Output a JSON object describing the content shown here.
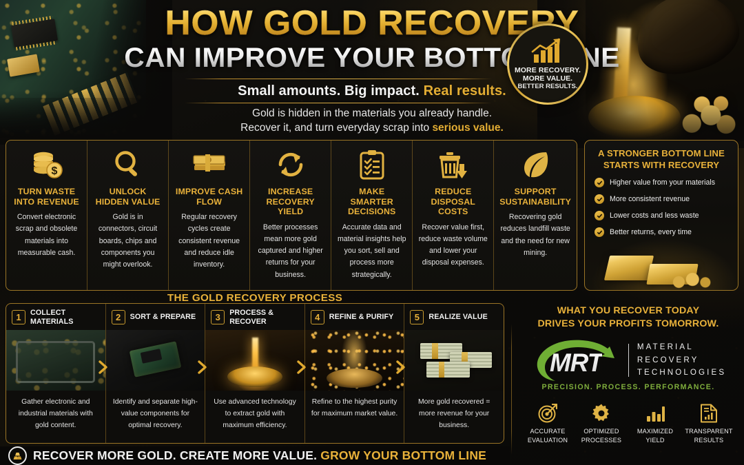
{
  "header": {
    "title_line1": "HOW GOLD RECOVERY",
    "title_line2": "CAN IMPROVE YOUR BOTTOM LINE",
    "tagline_plain": "Small amounts. Big impact. ",
    "tagline_gold": "Real results.",
    "sub_line1": "Gold is hidden in the materials you already handle.",
    "sub_line2_plain": "Recover it, and turn everyday scrap into ",
    "sub_line2_gold": "serious value.",
    "seal": {
      "icon": "growth-chart-icon",
      "line1": "MORE RECOVERY.",
      "line2": "MORE VALUE.",
      "line3": "BETTER RESULTS."
    }
  },
  "benefits": [
    {
      "icon": "coin-stack-dollar-icon",
      "title": "TURN WASTE INTO REVENUE",
      "body": "Convert electronic scrap and obsolete materials into measurable cash."
    },
    {
      "icon": "magnifying-glass-icon",
      "title": "UNLOCK HIDDEN VALUE",
      "body": "Gold is in connectors, circuit boards, chips and components you might overlook."
    },
    {
      "icon": "cash-bundle-icon",
      "title": "IMPROVE CASH FLOW",
      "body": "Regular recovery cycles create consistent revenue and reduce idle inventory."
    },
    {
      "icon": "refresh-cycle-icon",
      "title": "INCREASE RECOVERY YIELD",
      "body": "Better processes mean more gold captured and higher returns for your business."
    },
    {
      "icon": "clipboard-checklist-icon",
      "title": "MAKE SMARTER DECISIONS",
      "body": "Accurate data and material insights help you sort, sell and process more strategically."
    },
    {
      "icon": "trash-arrow-down-icon",
      "title": "REDUCE DISPOSAL COSTS",
      "body": "Recover value first, reduce waste volume and lower your disposal expenses."
    },
    {
      "icon": "leaf-icon",
      "title": "SUPPORT SUSTAINABILITY",
      "body": "Recovering gold reduces landfill waste and the need for new mining."
    }
  ],
  "stronger_panel": {
    "title_line1": "A STRONGER BOTTOM LINE",
    "title_line2": "STARTS WITH RECOVERY",
    "items": [
      "Higher value from your materials",
      "More consistent revenue",
      "Lower costs and less waste",
      "Better returns, every time"
    ]
  },
  "process": {
    "heading": "THE GOLD RECOVERY PROCESS",
    "steps": [
      {
        "number": "1",
        "title": "COLLECT MATERIALS",
        "caption": "Gather electronic and industrial materials with gold content."
      },
      {
        "number": "2",
        "title": "SORT & PREPARE",
        "caption": "Identify and separate high-value components for optimal recovery."
      },
      {
        "number": "3",
        "title": "PROCESS & RECOVER",
        "caption": "Use advanced technology to extract gold with maximum efficiency."
      },
      {
        "number": "4",
        "title": "REFINE & PURIFY",
        "caption": "Refine to the highest purity for maximum market value."
      },
      {
        "number": "5",
        "title": "REALIZE VALUE",
        "caption": "More gold recovered = more revenue for your business."
      }
    ]
  },
  "right_cta": {
    "line1": "WHAT YOU RECOVER TODAY",
    "line2": "DRIVES YOUR PROFITS TOMORROW."
  },
  "logo": {
    "mark_text": "MRT",
    "word1": "MATERIAL",
    "word2": "RECOVERY",
    "word3": "TECHNOLOGIES",
    "tagline": "PRECISION. PROCESS. PERFORMANCE."
  },
  "features": [
    {
      "icon": "target-arrow-icon",
      "label_line1": "ACCURATE",
      "label_line2": "EVALUATION"
    },
    {
      "icon": "gear-icon",
      "label_line1": "OPTIMIZED",
      "label_line2": "PROCESSES"
    },
    {
      "icon": "bar-chart-icon",
      "label_line1": "MAXIMIZED",
      "label_line2": "YIELD"
    },
    {
      "icon": "report-document-icon",
      "label_line1": "TRANSPARENT",
      "label_line2": "RESULTS"
    }
  ],
  "bottom_bar": {
    "icon": "gold-bars-icon",
    "text_plain": "RECOVER MORE GOLD. CREATE MORE VALUE. ",
    "text_gold": "GROW YOUR BOTTOM LINE"
  },
  "colors": {
    "gold": "#E8B13A",
    "gold_bright": "#F7CF59",
    "gold_dark": "#9B7526",
    "green": "#7FAE3C",
    "background": "#0A0908",
    "text_light": "#EDEDED"
  }
}
